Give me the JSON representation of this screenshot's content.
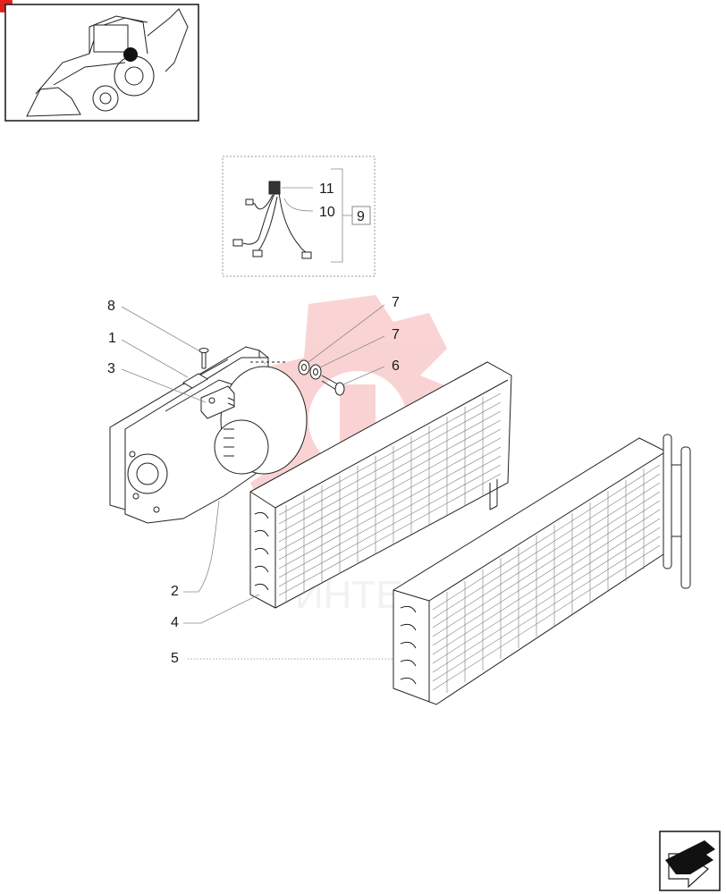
{
  "figure": {
    "overview_thumbnail": {
      "marker_color": "#111111"
    },
    "brand_mark_color": "#e2231a",
    "watermark": {
      "text": "ИНТЕХ",
      "color": "#e83a3a"
    },
    "inset": {
      "group_label": "9",
      "callouts": [
        "11",
        "10"
      ]
    },
    "callouts": {
      "c8": "8",
      "c1": "1",
      "c3": "3",
      "c2": "2",
      "c4": "4",
      "c5": "5",
      "c7a": "7",
      "c7b": "7",
      "c6": "6"
    },
    "nav_icon": "next-page-arrow-icon"
  }
}
